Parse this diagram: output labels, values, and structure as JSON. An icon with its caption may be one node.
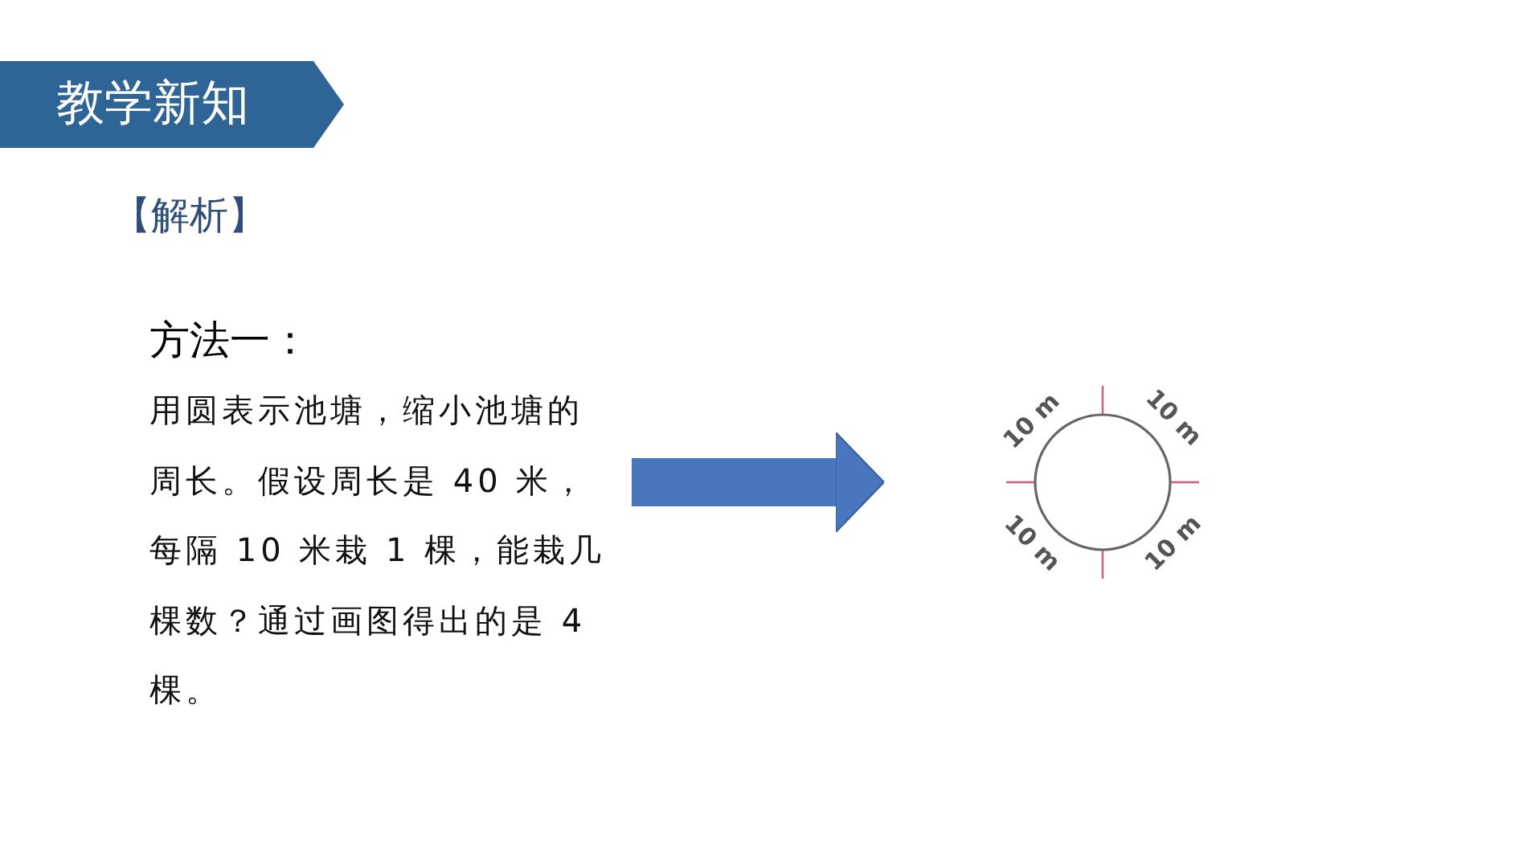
{
  "diagram": {
    "title": "教学新知",
    "nodes": [
      {
        "text": [
          "方法一：",
          "用圆表示池塘，缩小池塘的周长。假设周长是 40 米，每隔 10 米栽 1 棵，能栽几棵数？通过画图得出的是 4 棵。"
        ]
      },
      {
        "text": [
          "10 m",
          "10 m",
          "10 m",
          "10 m"
        ]
      }
    ],
    "edges": [
      {
        "from": 0,
        "to": 1,
        "arrow": "to",
        "color": "#4a76bd"
      }
    ],
    "labels": [
      "【解析】"
    ]
  }
}
